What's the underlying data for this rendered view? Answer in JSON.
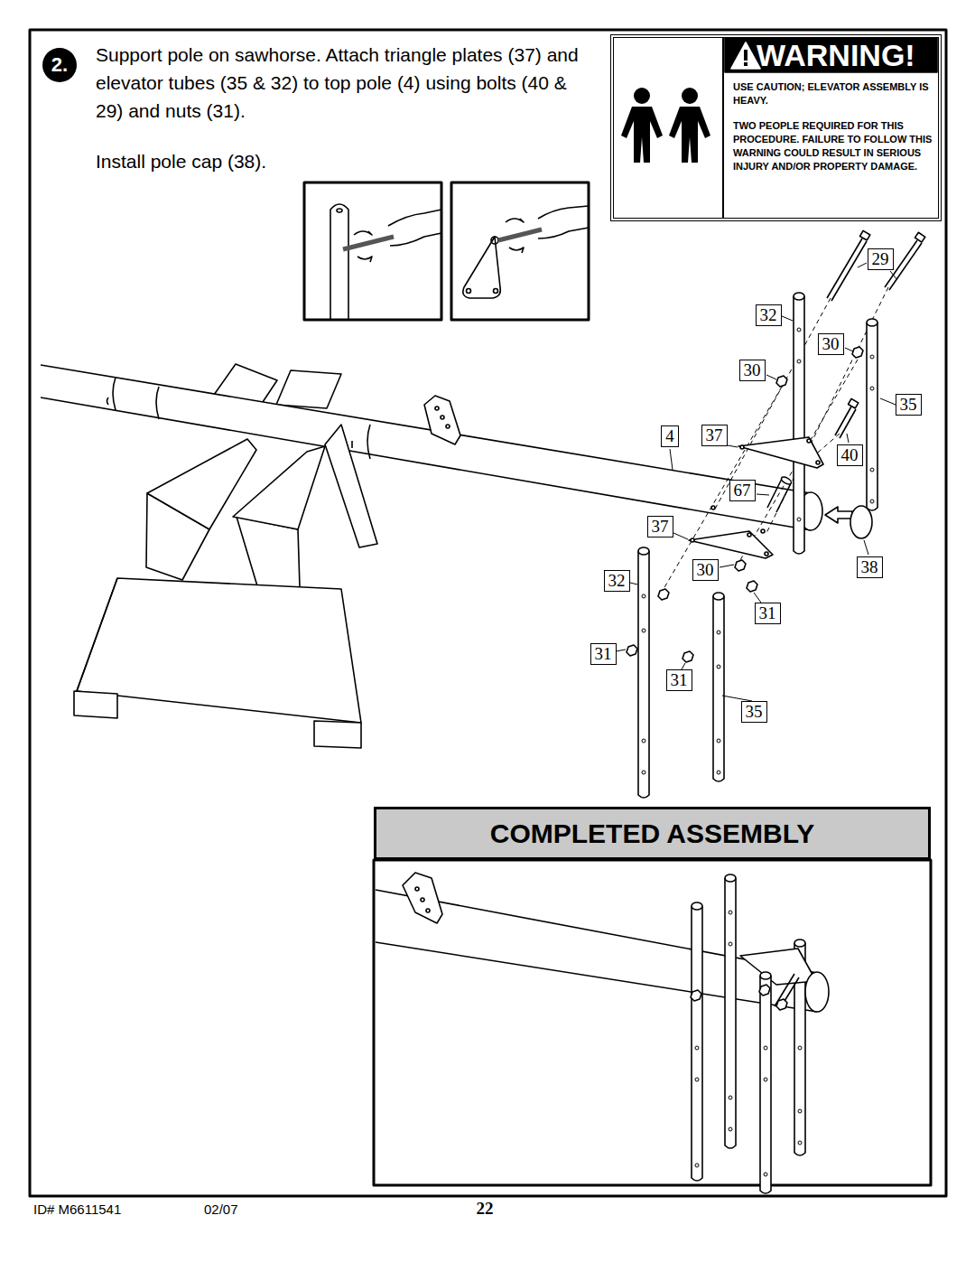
{
  "diagram": {
    "nodes": [
      {
        "text": [
          "2."
        ]
      },
      {
        "text": [
          "WARNING!",
          "USE CAUTION; ELEVATOR ASSEMBLY IS HEAVY.",
          "TWO PEOPLE REQUIRED FOR THIS PROCEDURE. FAILURE TO FOLLOW THIS WARNING COULD RESULT IN SERIOUS INJURY AND/OR PROPERTY DAMAGE."
        ]
      },
      {
        "text": [
          "COMPLETED ASSEMBLY"
        ]
      }
    ],
    "labels": [
      "Support pole on sawhorse. Attach triangle plates (37) and elevator tubes (35 & 32) to top pole (4) using bolts (40 & 29) and nuts (31).",
      "Install pole cap (38).",
      "29",
      "32",
      "30",
      "30",
      "35",
      "4",
      "37",
      "40",
      "67",
      "37",
      "38",
      "30",
      "32",
      "31",
      "31",
      "31",
      "35",
      "ID# M6611541",
      "02/07",
      "22"
    ]
  }
}
